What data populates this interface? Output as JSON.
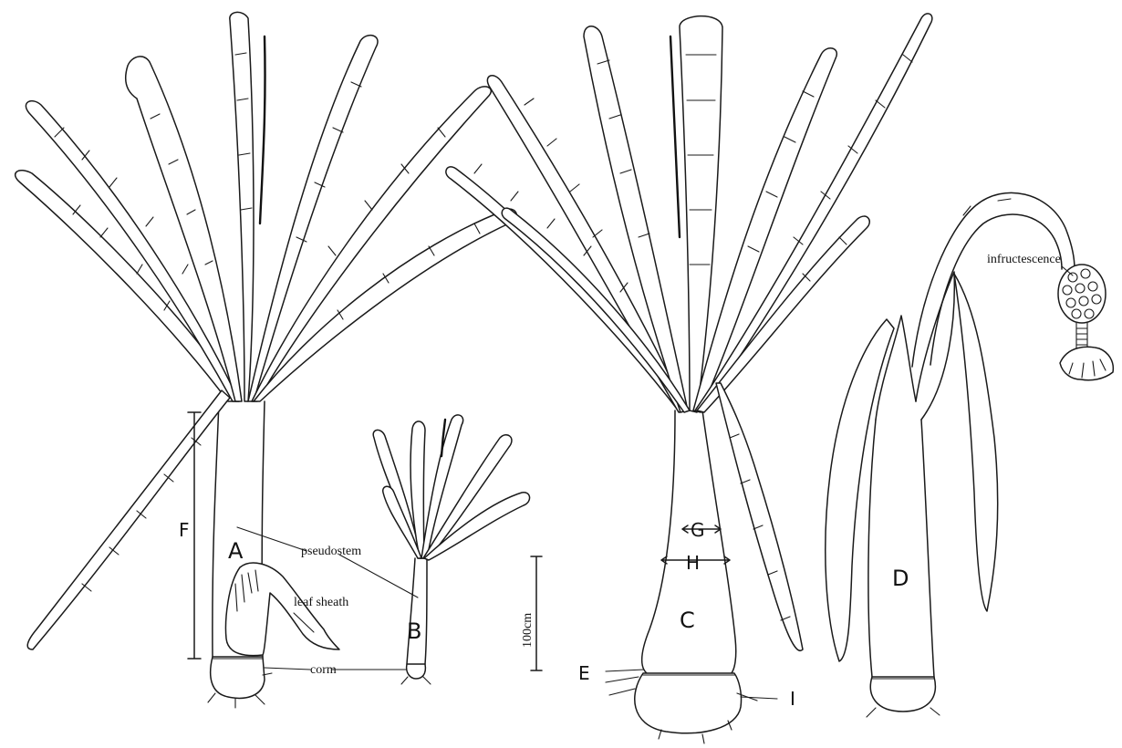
{
  "labels": {
    "plant_a": "A",
    "plant_b": "B",
    "plant_c": "C",
    "plant_d": "D",
    "dim_e": "E",
    "dim_f": "F",
    "dim_g": "G",
    "dim_h": "H",
    "dim_i": "I",
    "pseudostem": "pseudostem",
    "leaf_sheath": "leaf sheath",
    "corm": "corm",
    "infructescence": "infructescence",
    "scale_bar": "100cm"
  }
}
